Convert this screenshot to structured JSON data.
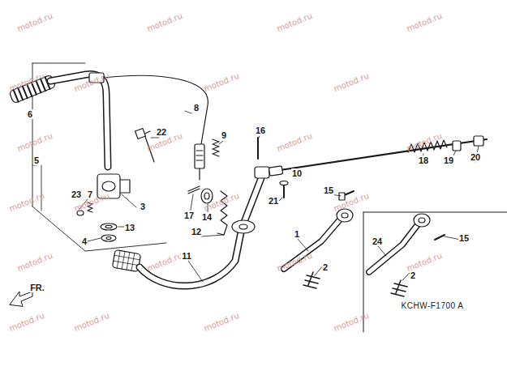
{
  "diagram": {
    "labels": [
      "6",
      "5",
      "7",
      "23",
      "3",
      "4",
      "13",
      "8",
      "22",
      "9",
      "16",
      "10",
      "20",
      "18",
      "19",
      "17",
      "14",
      "12",
      "11",
      "21",
      "15",
      "1",
      "2",
      "24",
      "15",
      "2",
      "FR.",
      "KCHW-F1700 A",
      "motod.ru",
      "motod.ru",
      "motod.ru",
      "motod.ru",
      "motod.ru",
      "motod.ru",
      "motod.ru",
      "motod.ru",
      "motod.ru",
      "motod.ru",
      "motod.ru",
      "motod.ru",
      "motod.ru",
      "motod.ru",
      "motod.ru",
      "motod.ru",
      "motod.ru",
      "motod.ru",
      "motod.ru",
      "motod.ru",
      "motod.ru",
      "motod.ru",
      "motod.ru",
      "motod.ru"
    ]
  }
}
